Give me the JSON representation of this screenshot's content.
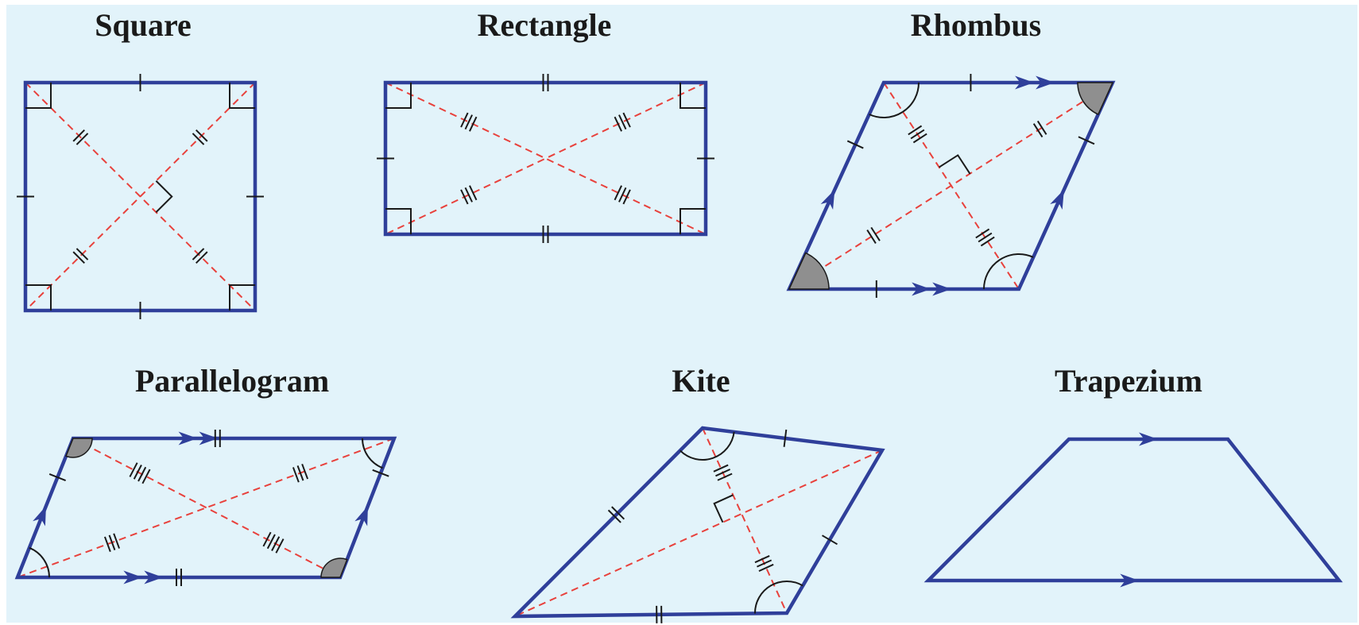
{
  "titles": {
    "square": "Square",
    "rectangle": "Rectangle",
    "rhombus": "Rhombus",
    "parallelogram": "Parallelogram",
    "kite": "Kite",
    "trapezium": "Trapezium"
  },
  "colors": {
    "background": "#e2f3fa",
    "outline": "#2f3f9a",
    "diagonal": "#e8413c",
    "mark": "#1a1a1a",
    "shaded_angle": "#8f8f8f"
  }
}
